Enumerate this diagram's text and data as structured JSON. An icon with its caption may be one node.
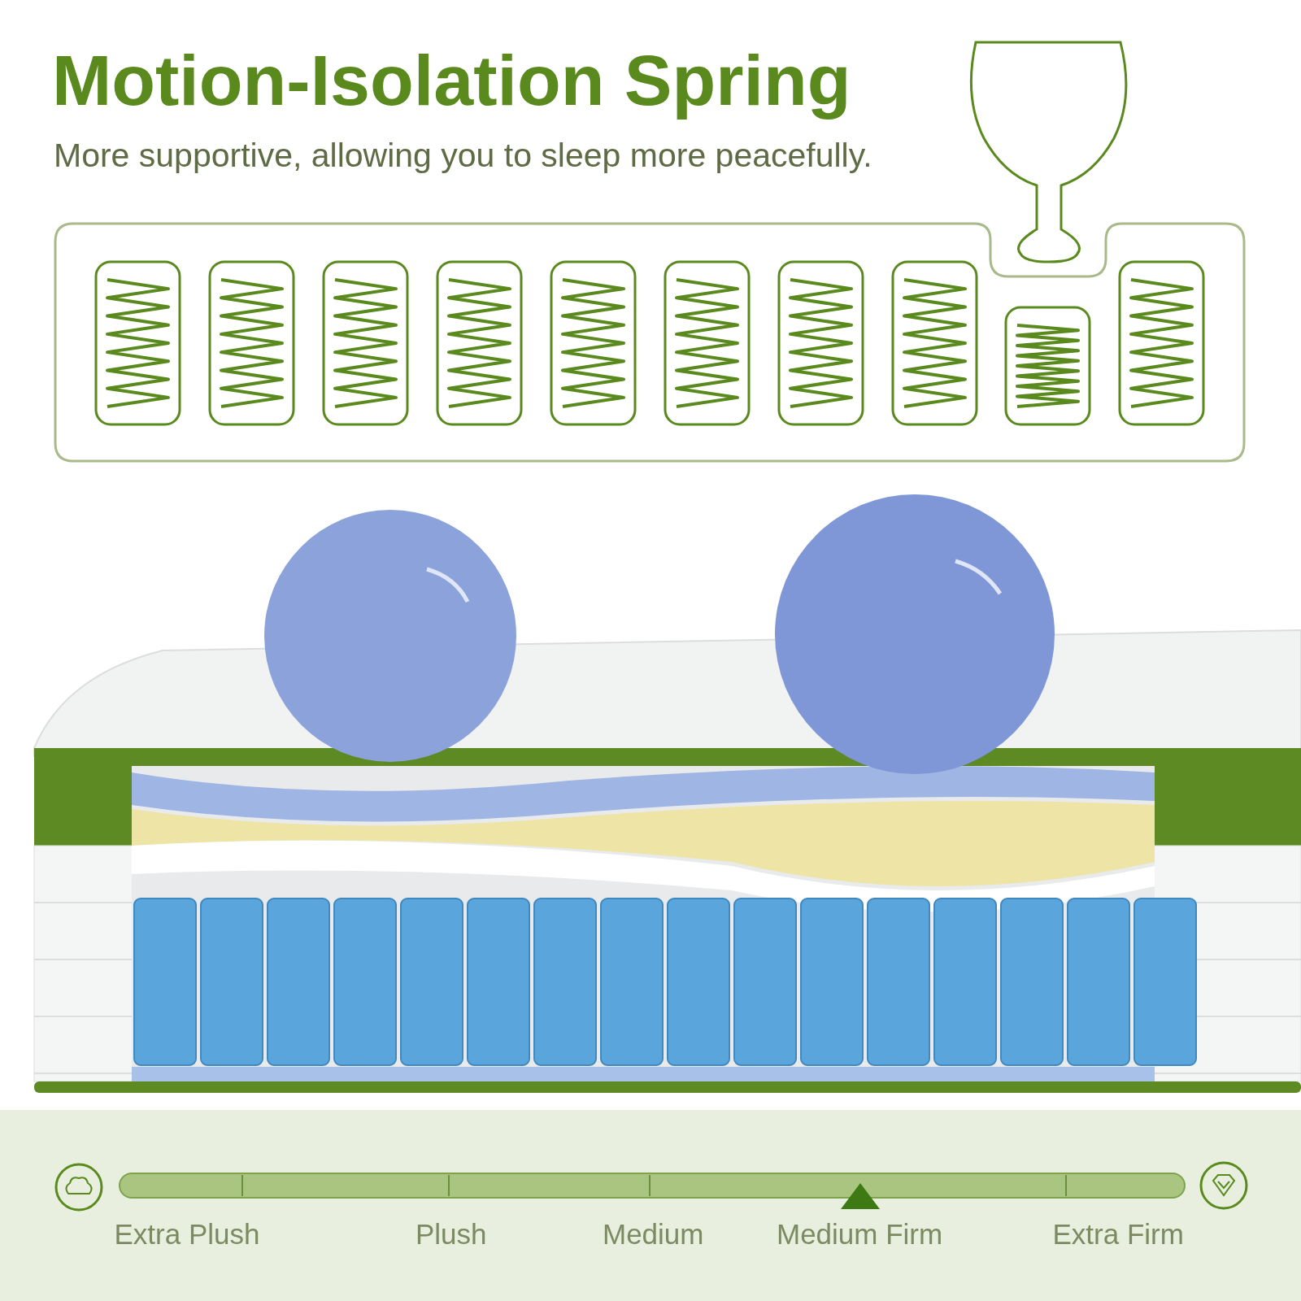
{
  "diagram": {
    "title": "Motion-Isolation Spring",
    "labels": [
      "More supportive, allowing you to sleep more peacefully.",
      "Extra Plush",
      "Plush",
      "Medium",
      "Medium Firm",
      "Extra Firm"
    ]
  }
}
